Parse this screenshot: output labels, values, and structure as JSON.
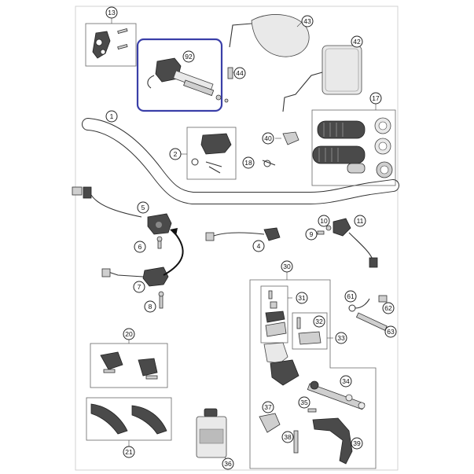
{
  "callouts": {
    "c1": "1",
    "c2": "2",
    "c4": "4",
    "c5": "5",
    "c6": "6",
    "c7": "7",
    "c8": "8",
    "c9": "9",
    "c10": "10",
    "c11": "11",
    "c13": "13",
    "c17": "17",
    "c18": "18",
    "c20": "20",
    "c21": "21",
    "c30": "30",
    "c31": "31",
    "c32": "32",
    "c33": "33",
    "c34": "34",
    "c35": "35",
    "c36": "36",
    "c37": "37",
    "c38": "38",
    "c39": "39",
    "c40": "40",
    "c42": "42",
    "c43": "43",
    "c44": "44",
    "c61": "61",
    "c62": "62",
    "c63": "63",
    "c92": "92"
  },
  "highlight_color": "#3a3fa8",
  "arrow_color": "#111111"
}
